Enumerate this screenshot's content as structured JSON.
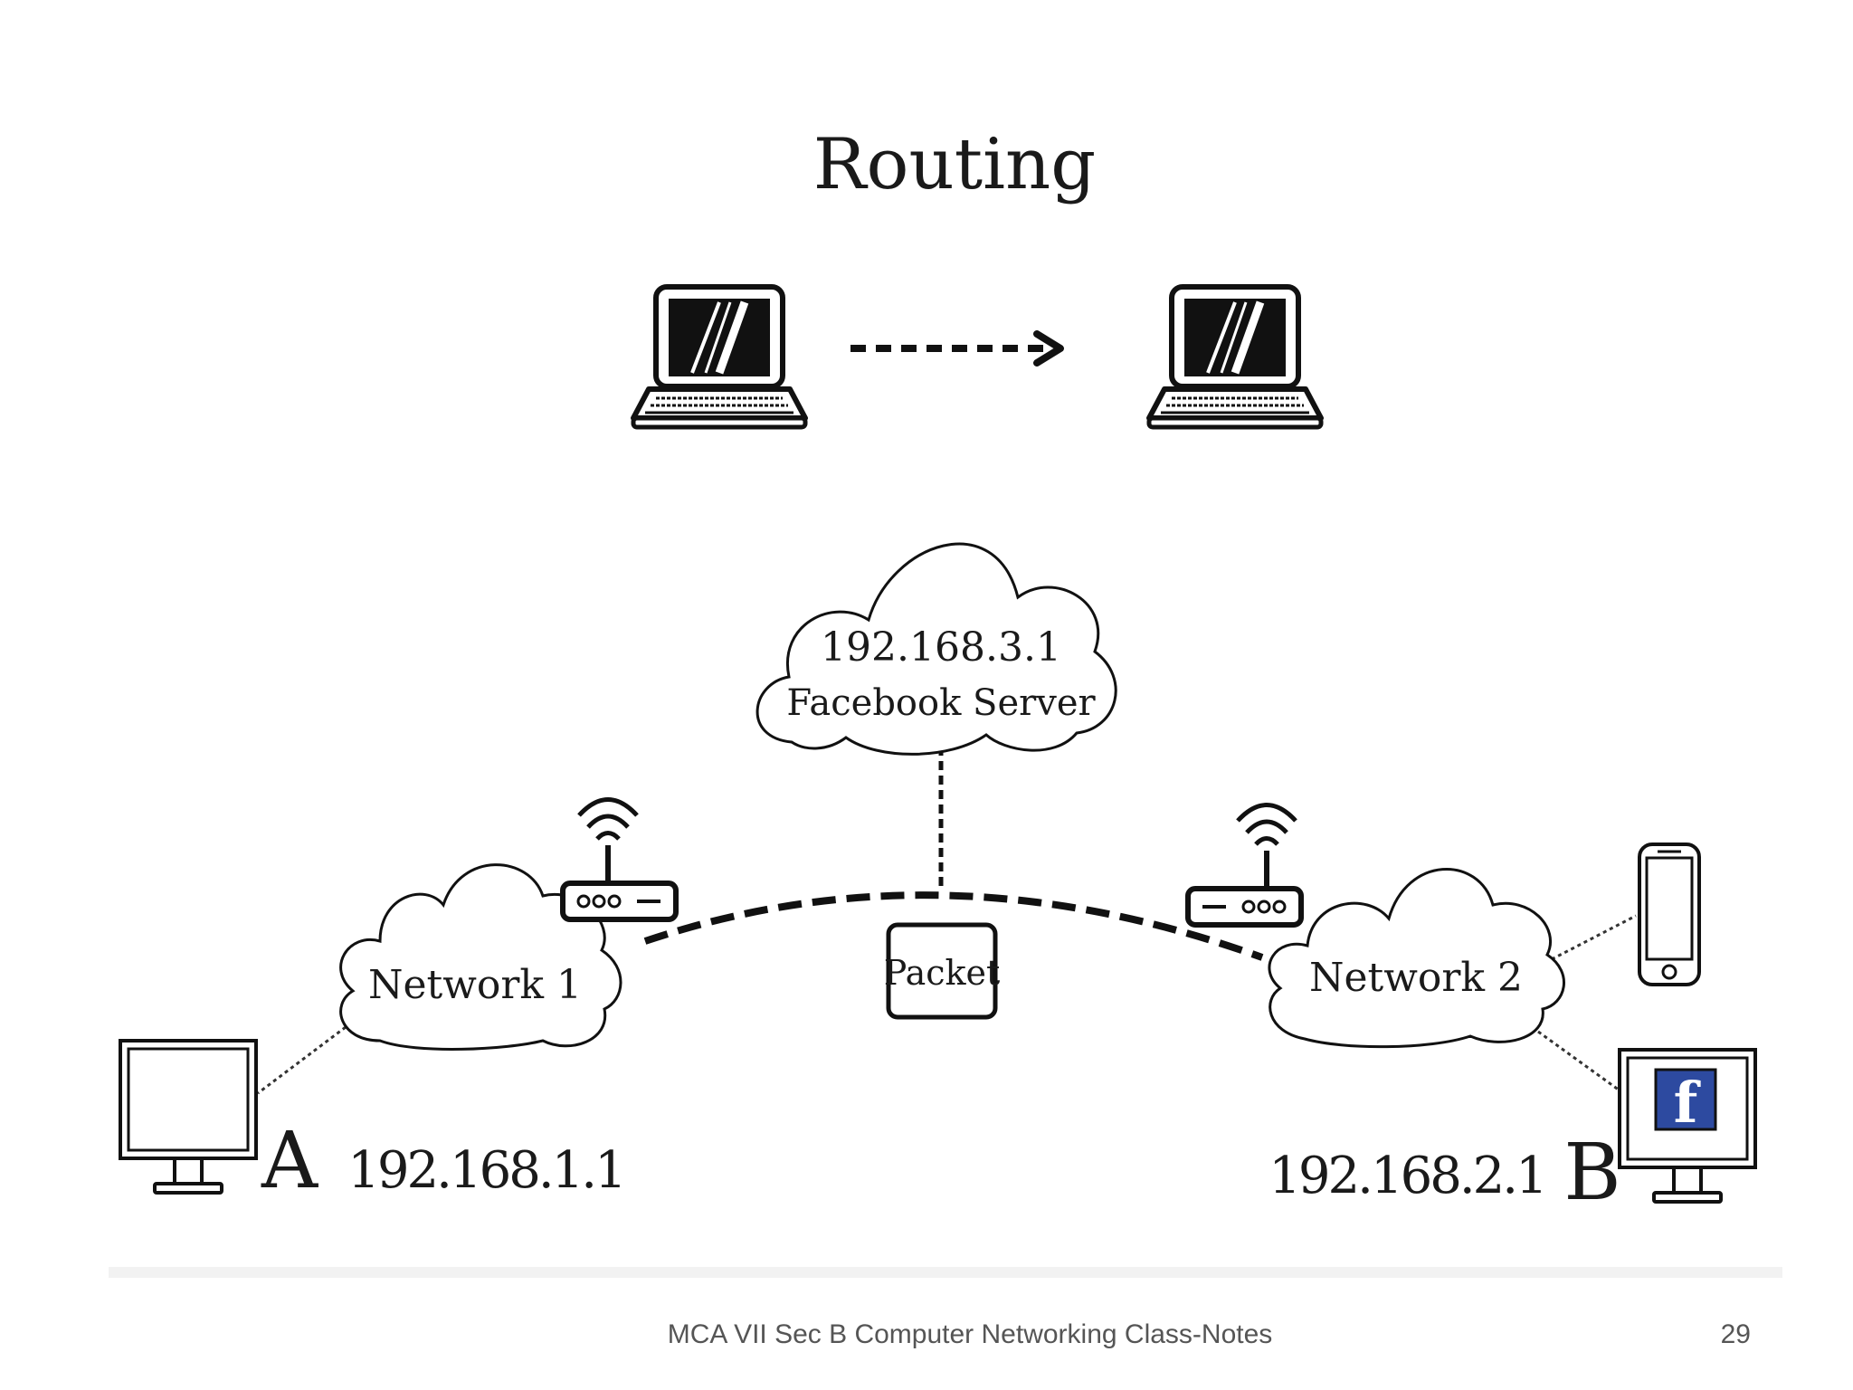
{
  "slide": {
    "title": "Routing",
    "footer_text": "MCA VII Sec B Computer Networking Class-Notes",
    "page_number": "29"
  },
  "diagram": {
    "server_cloud": {
      "ip": "192.168.3.1",
      "label": "Facebook Server"
    },
    "network1": {
      "label": "Network 1",
      "ip": "192.168.1.1",
      "host": "A"
    },
    "network2": {
      "label": "Network 2",
      "ip": "192.168.2.1",
      "host": "B"
    },
    "packet_label": "Packet",
    "monitor_b_logo": "f"
  },
  "icons": [
    "laptop-icon",
    "arrow-icon",
    "cloud-icon",
    "router-icon",
    "wifi-icon",
    "monitor-icon",
    "smartphone-icon",
    "facebook-logo-icon"
  ],
  "colors": {
    "ink": "#111111",
    "facebook_blue": "#2d4aa0",
    "footer_gray": "#555555"
  }
}
